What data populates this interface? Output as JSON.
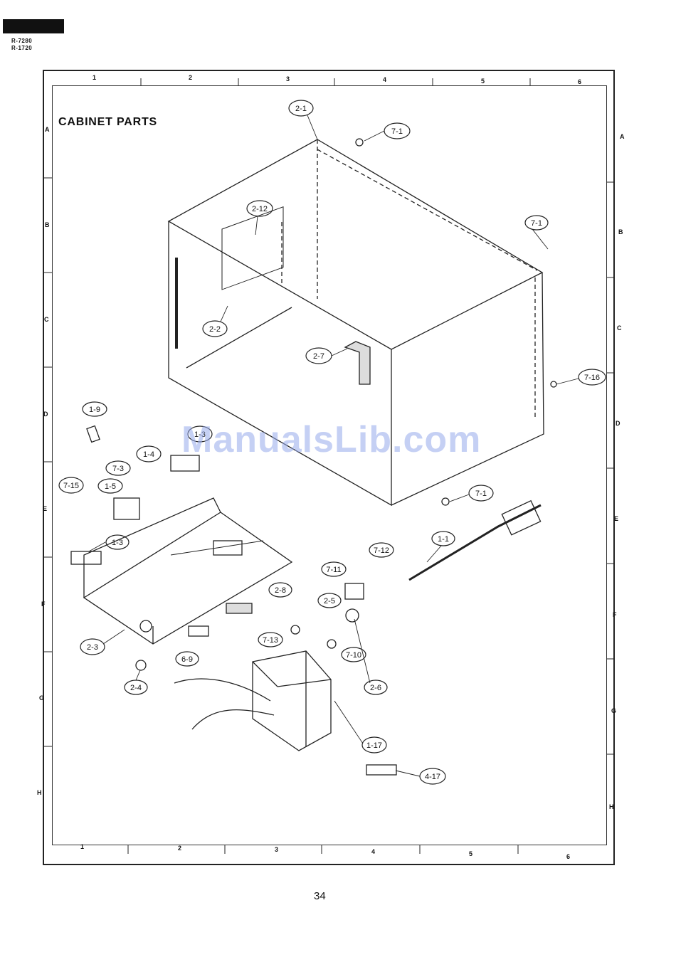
{
  "header": {
    "models": [
      "R-7280",
      "R-1720"
    ]
  },
  "diagram": {
    "title": "CABINET PARTS",
    "zone_columns": [
      "1",
      "2",
      "3",
      "4",
      "5",
      "6"
    ],
    "zone_rows": [
      "A",
      "B",
      "C",
      "D",
      "E",
      "F",
      "G",
      "H"
    ],
    "callouts": [
      "2-1",
      "7-1",
      "2-12",
      "7-1",
      "2-2",
      "2-7",
      "7-16",
      "1-9",
      "1-3",
      "1-4",
      "7-3",
      "7-15",
      "1-5",
      "1-3",
      "7-1",
      "1-1",
      "7-12",
      "7-11",
      "2-8",
      "2-5",
      "2-6",
      "7-13",
      "7-10",
      "2-3",
      "6-9",
      "2-4",
      "2-6",
      "1-17",
      "4-17"
    ]
  },
  "watermark": "ManualsLib.com",
  "page_number": "34"
}
